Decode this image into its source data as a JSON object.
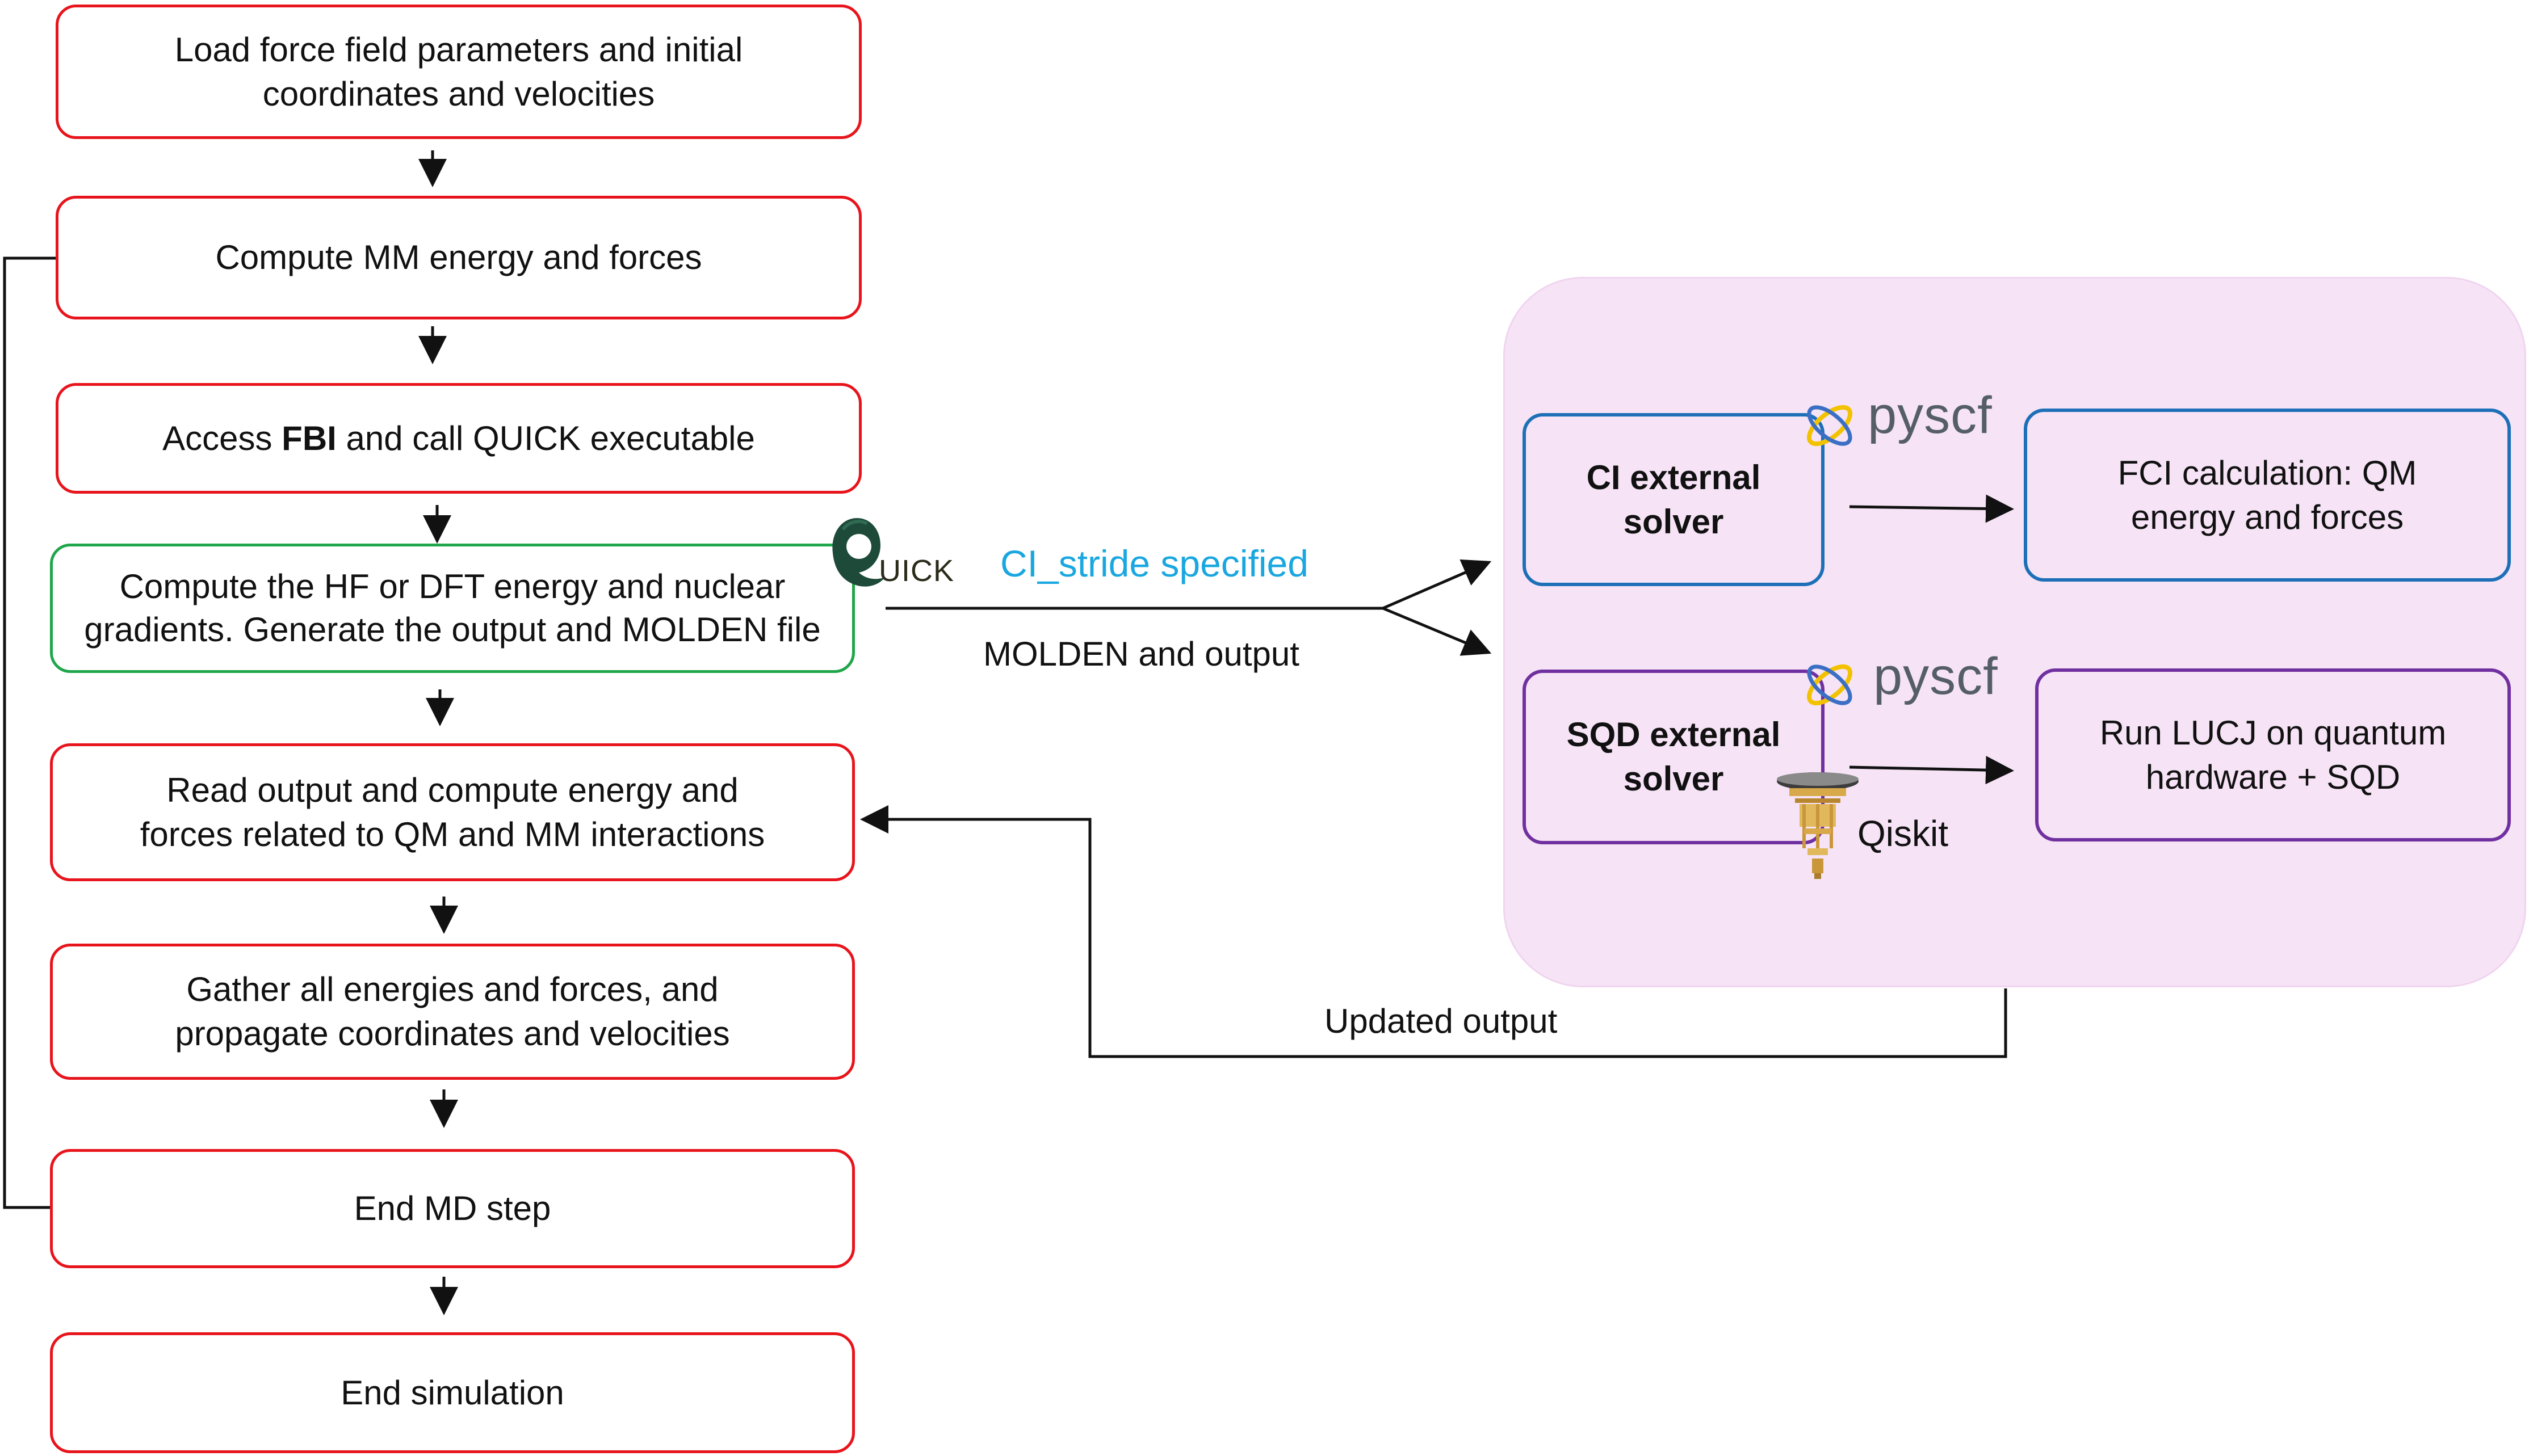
{
  "left_flow": {
    "step1": [
      "Load force field parameters and initial",
      "coordinates and velocities"
    ],
    "step2": "Compute MM energy and forces",
    "step3": {
      "pre": "Access ",
      "bold": "FBI",
      "post": " and call QUICK executable"
    },
    "step4": [
      "Compute the HF or DFT energy and nuclear",
      "gradients. Generate the output and MOLDEN file"
    ],
    "step5": [
      "Read output and compute energy and",
      "forces related to QM and MM interactions"
    ],
    "step6": [
      "Gather all energies and forces, and",
      "propagate coordinates and velocities"
    ],
    "step7": "End MD step",
    "step8": "End simulation"
  },
  "logos": {
    "quick": "UICK",
    "pyscf_top": "pyscf",
    "pyscf_bottom": "pyscf",
    "qiskit": "Qiskit"
  },
  "labels": {
    "ci_stride": "CI_stride specified",
    "molden_output": "MOLDEN and output",
    "updated_output": "Updated output"
  },
  "right_panel": {
    "ci_solver": [
      "CI external",
      "solver"
    ],
    "sqd_solver": [
      "SQD external",
      "solver"
    ],
    "fci": [
      "FCI calculation: QM",
      "energy and forces"
    ],
    "lucj": [
      "Run LUCJ on quantum",
      "hardware + SQD"
    ]
  },
  "colors": {
    "red_border": "#e8141c",
    "green_border": "#1fa64a",
    "blue_border": "#1d6fb8",
    "purple_border": "#7030a0",
    "panel_bg": "#f6e4f6",
    "ci_stride_text": "#1aa7e0"
  }
}
